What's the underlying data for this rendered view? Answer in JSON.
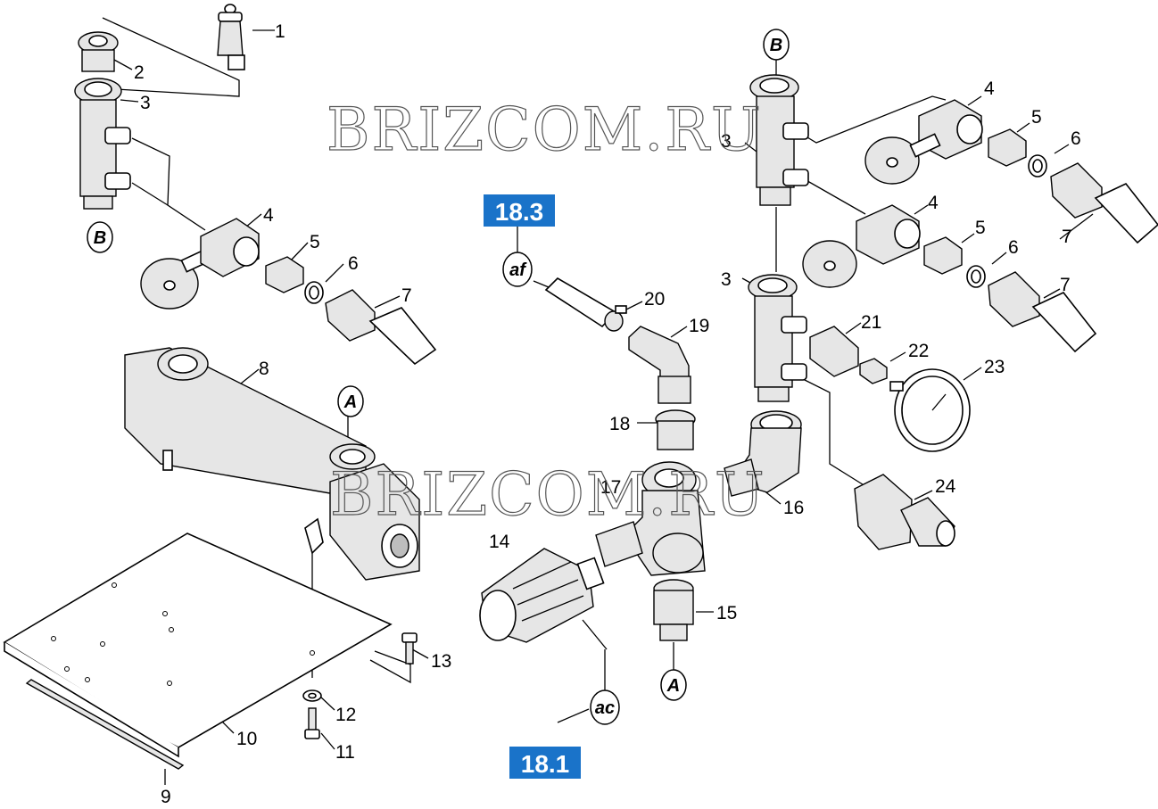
{
  "watermarks": [
    "BRIZCOM.RU",
    "BRIZCOM.RU"
  ],
  "ref_badges": [
    "18.3",
    "18.1"
  ],
  "circle_markers": [
    "B",
    "B",
    "A",
    "A",
    "af",
    "ac"
  ],
  "part_labels": [
    "1",
    "2",
    "3",
    "3",
    "3",
    "4",
    "4",
    "4",
    "5",
    "5",
    "5",
    "6",
    "6",
    "6",
    "7",
    "7",
    "7",
    "8",
    "9",
    "10",
    "11",
    "12",
    "13",
    "14",
    "15",
    "16",
    "17",
    "18",
    "19",
    "20",
    "21",
    "22",
    "23",
    "24"
  ],
  "colors": {
    "badge": "#1a73c9",
    "line": "#000000",
    "watermark": "#555555"
  }
}
